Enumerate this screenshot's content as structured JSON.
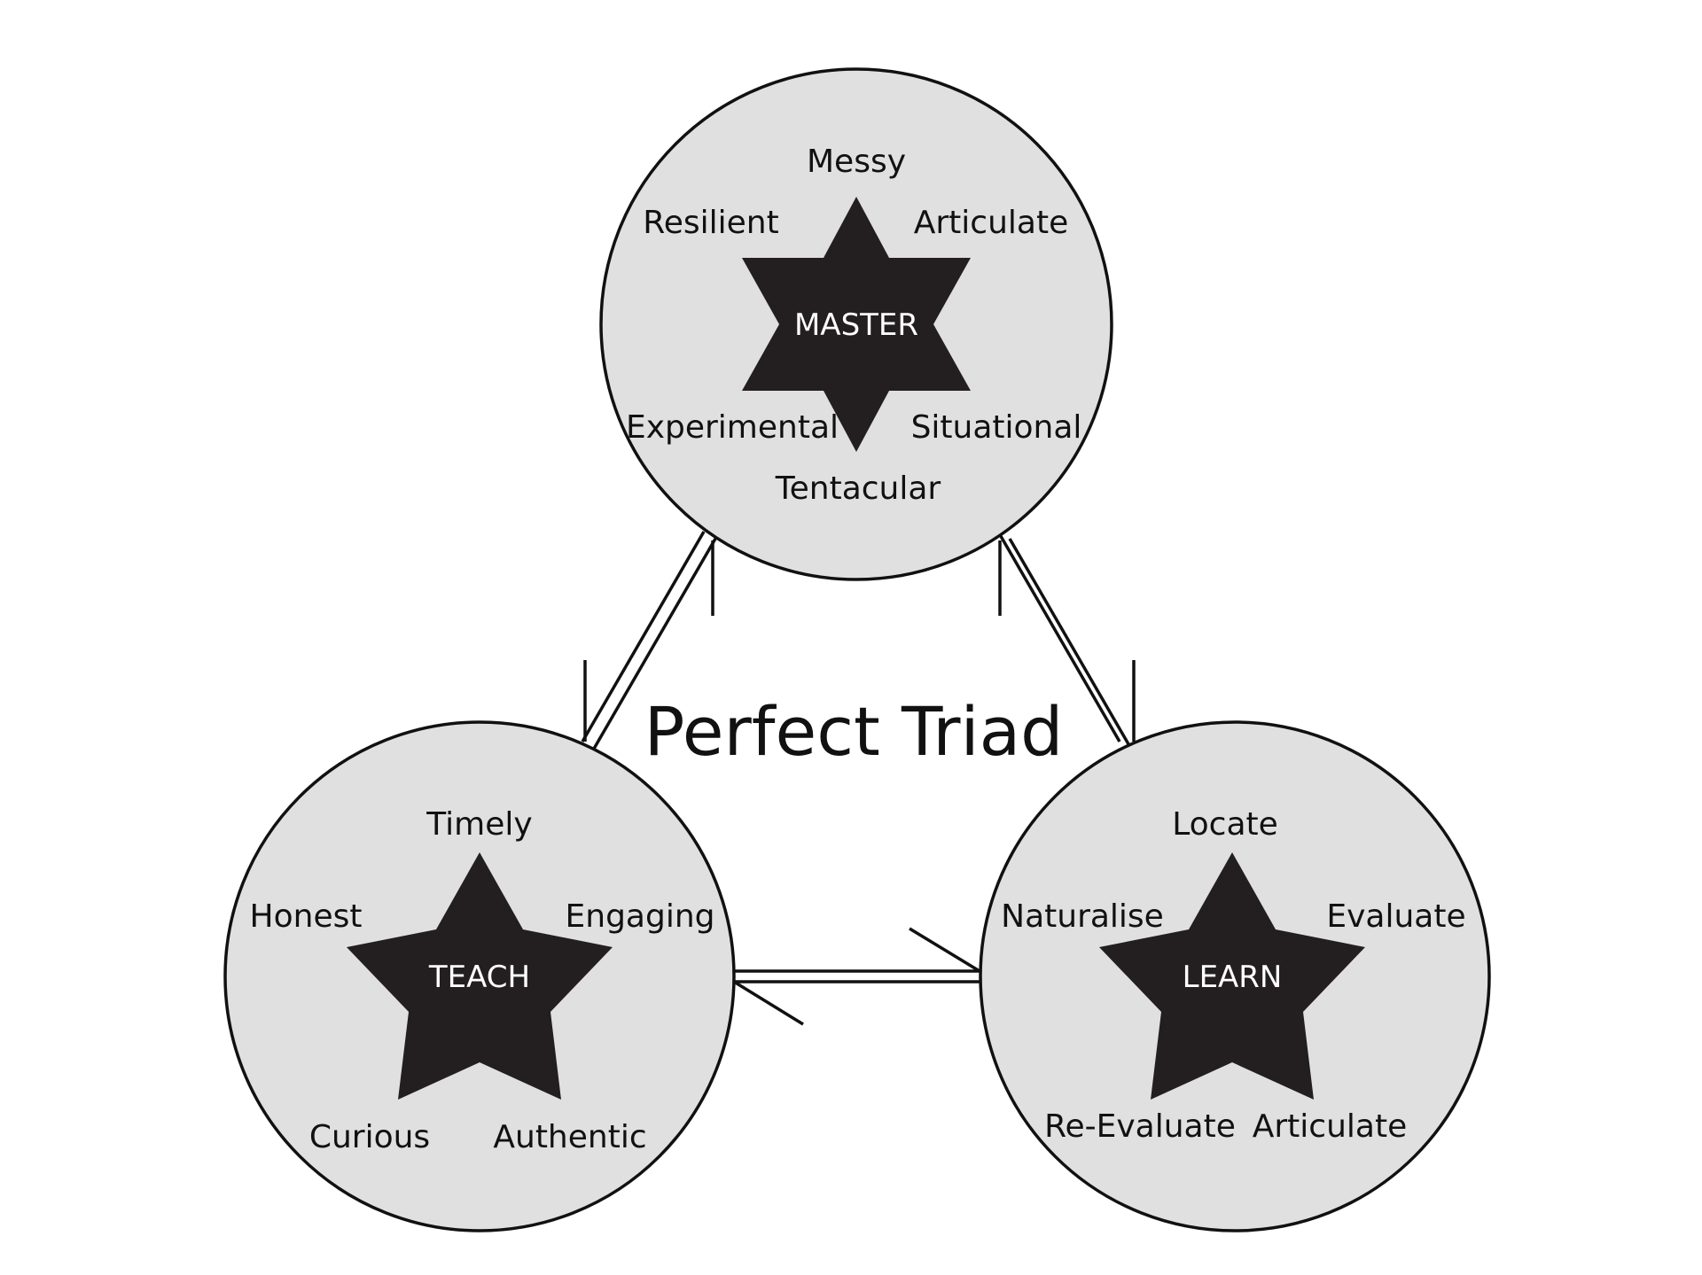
{
  "diagram": {
    "title": "Perfect Triad",
    "colors": {
      "circle_fill": "#e0e0e0",
      "star_fill": "#231f20",
      "line": "#111111"
    },
    "nodes": {
      "master": {
        "label": "MASTER",
        "star_shape": "hexagram",
        "traits": [
          "Messy",
          "Resilient",
          "Articulate",
          "Experimental",
          "Situational",
          "Tentacular"
        ]
      },
      "teach": {
        "label": "TEACH",
        "star_shape": "five-point-star",
        "traits": [
          "Timely",
          "Honest",
          "Engaging",
          "Curious",
          "Authentic"
        ]
      },
      "learn": {
        "label": "LEARN",
        "star_shape": "five-point-star",
        "traits": [
          "Locate",
          "Naturalise",
          "Evaluate",
          "Re-Evaluate",
          "Articulate"
        ]
      }
    }
  }
}
